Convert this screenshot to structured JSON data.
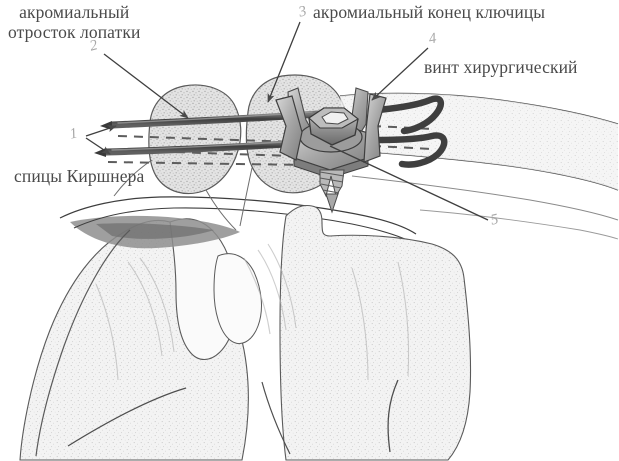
{
  "figure": {
    "kind": "anatomical-surgical-illustration",
    "subject": "Osteosynthesis of acromioclavicular joint with Kirschner wires and surgical screw",
    "background_color": "#ffffff",
    "ink_color": "#4a4a4a",
    "pencil_shade_color": "#c9c9c9",
    "metal_color": "#4f4f4f",
    "number_color": "#a8a8a8"
  },
  "labels": {
    "acromion_process": {
      "line1": "акромиальный",
      "line2": "отросток лопатки",
      "number": "2"
    },
    "clavicle_acromial_end": {
      "text": "акромиальный конец ключицы",
      "number": "3"
    },
    "surgical_screw": {
      "text": "винт хирургический",
      "number": "4"
    },
    "kirschner_wires": {
      "text": "спицы Киршнера",
      "number": "1"
    },
    "humeral_head": {
      "number": "5"
    }
  },
  "callout_numbers": [
    "1",
    "2",
    "3",
    "4",
    "5"
  ],
  "parts": [
    {
      "id": "kirschner-wires",
      "name": "спицы Киршнера",
      "number": "1"
    },
    {
      "id": "acromion-process",
      "name": "акромиальный отросток лопатки",
      "number": "2"
    },
    {
      "id": "clavicle-acromial-end",
      "name": "акромиальный конец ключицы",
      "number": "3"
    },
    {
      "id": "surgical-screw",
      "name": "винт хирургический",
      "number": "4"
    },
    {
      "id": "humeral-head",
      "name": "",
      "number": "5"
    }
  ]
}
